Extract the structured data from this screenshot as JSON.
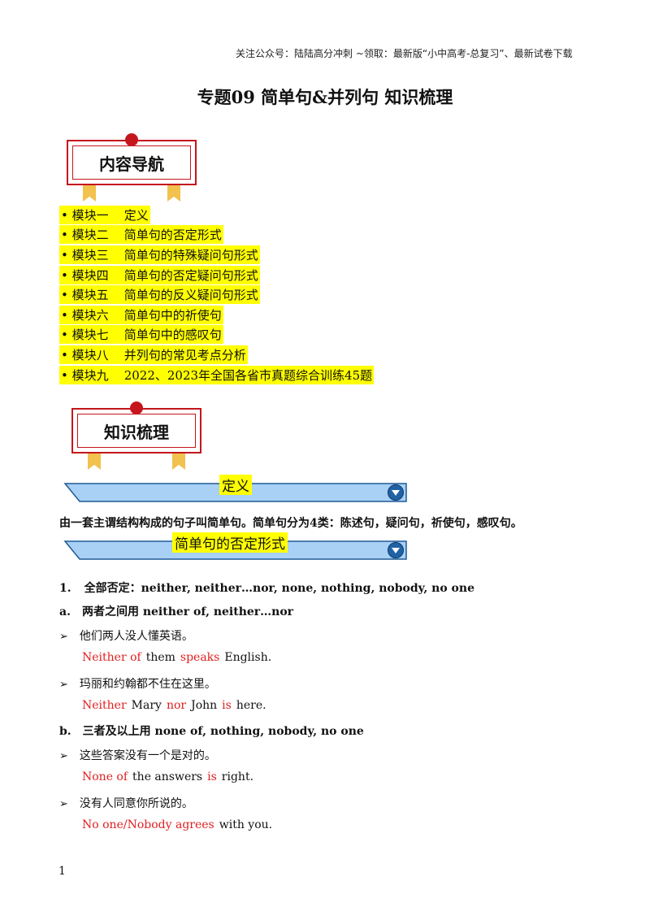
{
  "header_note": "关注公众号：陆陆高分冲刺 ~领取：最新版“小中高考-总复习”、最新试卷下载",
  "title": "专题09  简单句&并列句  知识梳理",
  "badge_nav": "内容导航",
  "nav_items": [
    "• 模块一    定义",
    "• 模块二    简单句的否定形式",
    "• 模块三    简单句的特殊疑问句形式",
    "• 模块四    简单句的否定疑问句形式",
    "• 模块五    简单句的反义疑问句形式",
    "• 模块六    简单句中的祈使句",
    "• 模块七    简单句中的感叹句",
    "• 模块八    并列句的常见考点分析",
    "• 模块九    2022、2023年全国各省市真题综合训练45题"
  ],
  "badge_knowledge": "知识梳理",
  "section1": {
    "label": "定义"
  },
  "definition_text": "由一套主谓结构构成的句子叫简单句。简单句分为4类：陈述句，疑问句，祈使句，感叹句。",
  "section2": {
    "label": "简单句的否定形式"
  },
  "point1": {
    "num": "1.",
    "text": "全部否定：neither, neither…nor, none, nothing, nobody, no one"
  },
  "point_a": {
    "num": "a.",
    "text": "两者之间用 neither of, neither…nor"
  },
  "arrow_symbol": "➢",
  "ex1": {
    "cn": "他们两人没人懂英语。",
    "en": [
      "Neither of",
      "them",
      "speaks",
      "English."
    ]
  },
  "ex2": {
    "cn": "玛丽和约翰都不住在这里。",
    "en": [
      "Neither",
      "Mary",
      "nor",
      "John",
      "is",
      "here."
    ]
  },
  "point_b": {
    "num": "b.",
    "text": "三者及以上用 none of, nothing, nobody, no one"
  },
  "ex3": {
    "cn": "这些答案没有一个是对的。",
    "en": [
      "None of",
      "the answers",
      "is",
      "right."
    ]
  },
  "ex4": {
    "cn": "没有人同意你所说的。",
    "en": [
      "No one/Nobody agrees",
      "with you."
    ]
  },
  "page_number": "1",
  "colors": {
    "highlight": "#ffff00",
    "accent_red": "#c4161c",
    "example_red": "#e02020",
    "bar_blue": "#a9d0f5",
    "icon_blue": "#1f63a5"
  }
}
